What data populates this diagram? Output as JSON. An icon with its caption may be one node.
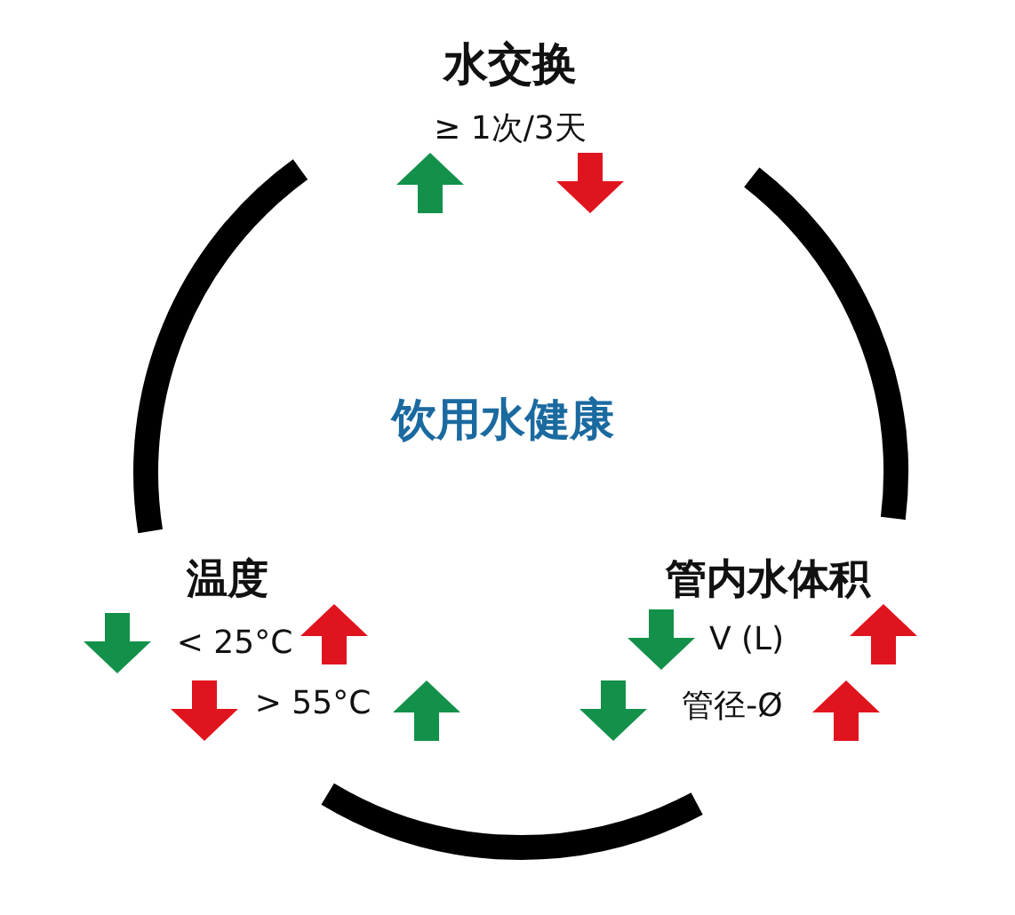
{
  "diagram": {
    "labels": [
      "水交换",
      "≥ 1次/3天",
      "饮用水健康",
      "温度",
      "< 25°C",
      "> 55°C",
      "管内水体积",
      "V (L)",
      "管径-Ø"
    ]
  }
}
